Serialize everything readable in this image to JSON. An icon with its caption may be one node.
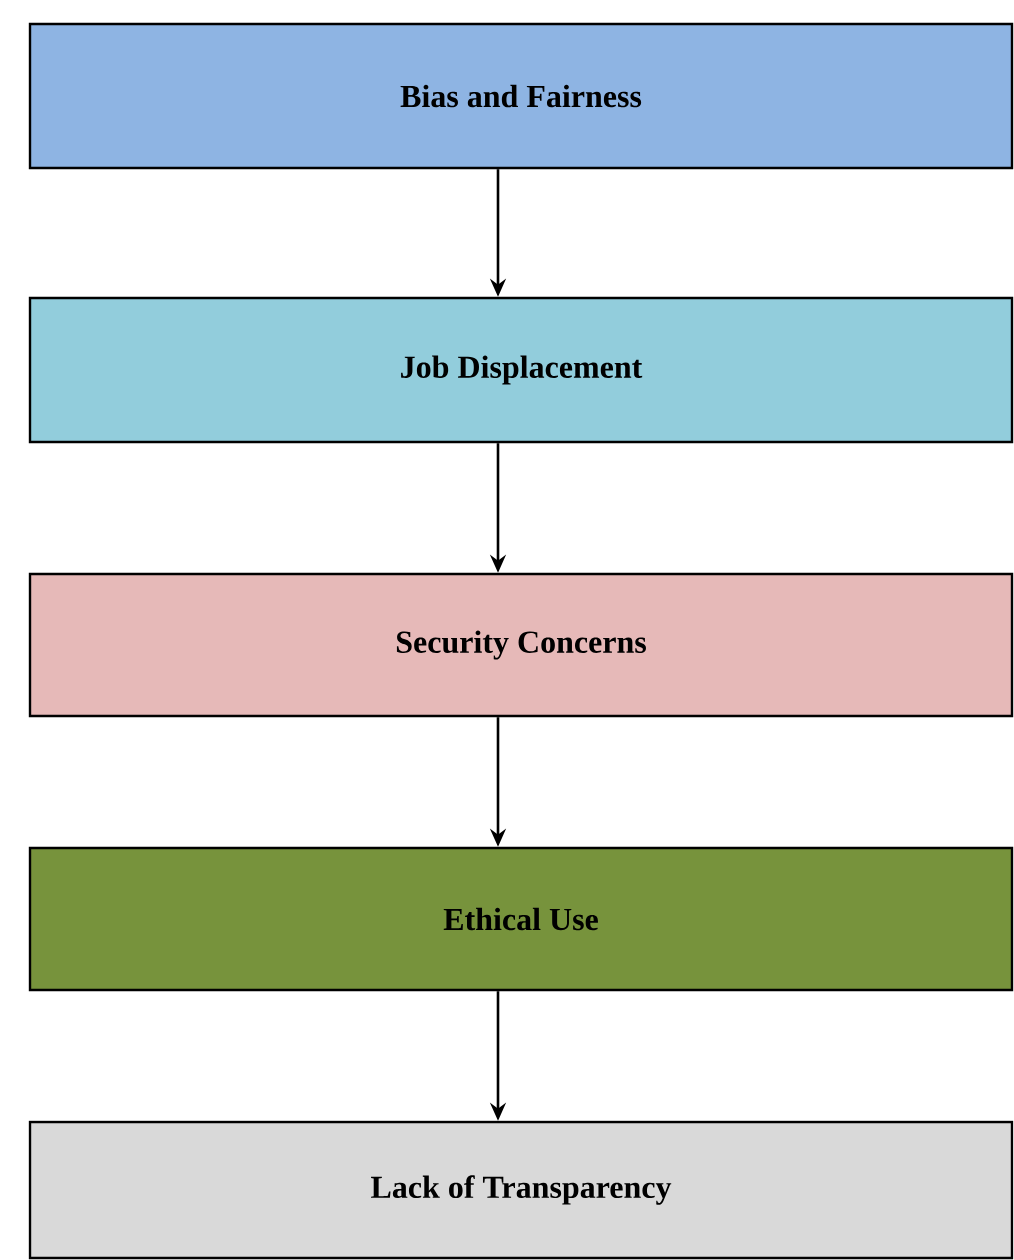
{
  "diagram": {
    "nodes": [
      {
        "text": [
          "Bias and Fairness"
        ]
      },
      {
        "text": [
          "Job Displacement"
        ]
      },
      {
        "text": [
          "Security Concerns"
        ]
      },
      {
        "text": [
          "Ethical Use"
        ]
      },
      {
        "text": [
          "Lack of Transparency"
        ]
      }
    ],
    "edges": [
      {
        "from": 0,
        "to": 1,
        "arrow": "to"
      },
      {
        "from": 1,
        "to": 2,
        "arrow": "to"
      },
      {
        "from": 2,
        "to": 3,
        "arrow": "to"
      },
      {
        "from": 3,
        "to": 4,
        "arrow": "to"
      }
    ]
  }
}
